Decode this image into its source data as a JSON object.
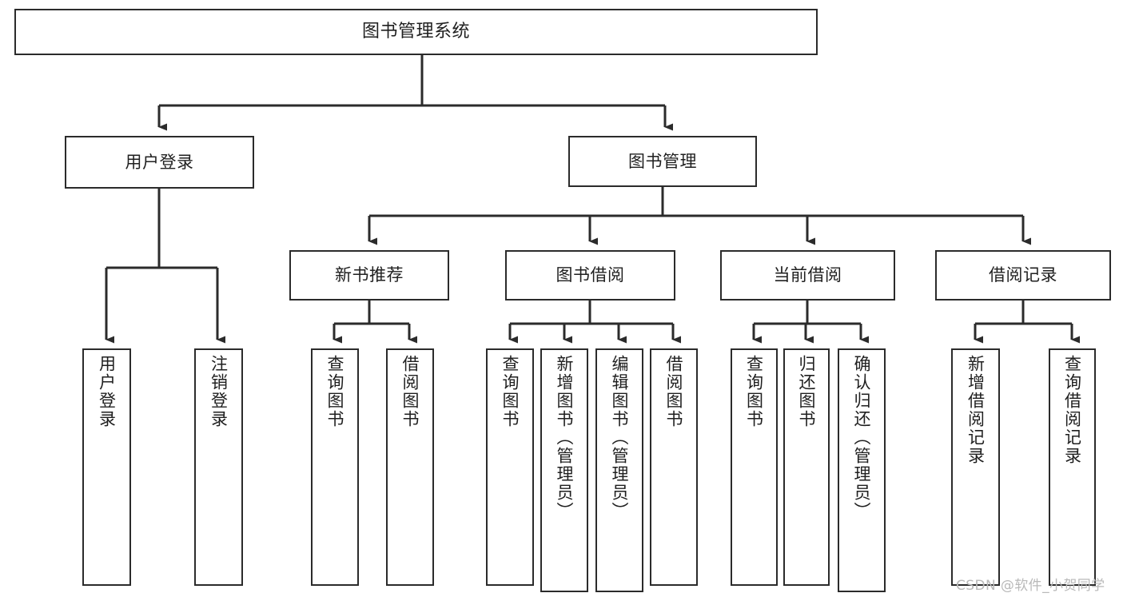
{
  "diagram": {
    "title": "图书管理系统",
    "type": "tree",
    "colors": {
      "box_border": "#2b2b2b",
      "box_fill": "#ffffff",
      "wire": "#2b2b2b",
      "text": "#1f1f1f",
      "watermark": "#b9b9b9",
      "background": "#ffffff"
    },
    "root": {
      "label": "图书管理系统"
    },
    "level1": [
      {
        "id": "user-login",
        "label": "用户登录"
      },
      {
        "id": "book-manage",
        "label": "图书管理"
      }
    ],
    "level2": [
      {
        "id": "new-book-recommend",
        "label": "新书推荐",
        "parent": "book-manage"
      },
      {
        "id": "book-borrow",
        "label": "图书借阅",
        "parent": "book-manage"
      },
      {
        "id": "current-borrow",
        "label": "当前借阅",
        "parent": "book-manage"
      },
      {
        "id": "borrow-record",
        "label": "借阅记录",
        "parent": "book-manage"
      }
    ],
    "leaves": [
      {
        "id": "leaf-user-login",
        "label": "用户登录",
        "parent": "user-login"
      },
      {
        "id": "leaf-user-logout",
        "label": "注销登录",
        "parent": "user-login"
      },
      {
        "id": "leaf-query-book-1",
        "label": "查询图书",
        "parent": "new-book-recommend"
      },
      {
        "id": "leaf-borrow-book-1",
        "label": "借阅图书",
        "parent": "new-book-recommend"
      },
      {
        "id": "leaf-query-book-2",
        "label": "查询图书",
        "parent": "book-borrow"
      },
      {
        "id": "leaf-add-book",
        "label": "新增图书（管理员）",
        "parent": "book-borrow"
      },
      {
        "id": "leaf-edit-book",
        "label": "编辑图书（管理员）",
        "parent": "book-borrow"
      },
      {
        "id": "leaf-borrow-book-2",
        "label": "借阅图书",
        "parent": "book-borrow"
      },
      {
        "id": "leaf-query-book-3",
        "label": "查询图书",
        "parent": "current-borrow"
      },
      {
        "id": "leaf-return-book",
        "label": "归还图书",
        "parent": "current-borrow"
      },
      {
        "id": "leaf-confirm-return",
        "label": "确认归还（管理员）",
        "parent": "current-borrow"
      },
      {
        "id": "leaf-add-record",
        "label": "新增借阅记录",
        "parent": "borrow-record"
      },
      {
        "id": "leaf-query-record",
        "label": "查询借阅记录",
        "parent": "borrow-record"
      }
    ],
    "watermark": "CSDN @软件_小贺同学"
  }
}
